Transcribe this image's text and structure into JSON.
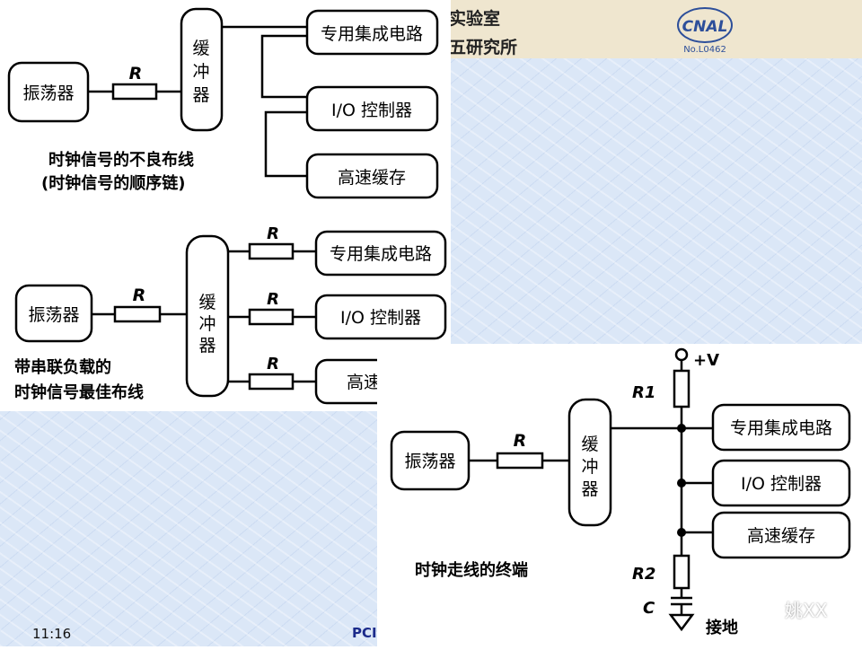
{
  "header": {
    "title_line1": "实验室",
    "title_line2": "五研究所",
    "logo_text": "CNAL",
    "logo_no": "No.L0462"
  },
  "diagram1": {
    "oscillator": "振荡器",
    "resistor": "R",
    "buffer": [
      "缓",
      "冲",
      "器"
    ],
    "loads": [
      "专用集成电路",
      "I/O 控制器",
      "高速缓存"
    ],
    "caption": [
      "时钟信号的不良布线",
      "(时钟信号的顺序链)"
    ]
  },
  "diagram2": {
    "oscillator": "振荡器",
    "resistor": "R",
    "buffer": [
      "缓",
      "冲",
      "器"
    ],
    "load_resistors": [
      "R",
      "R",
      "R"
    ],
    "loads": [
      "专用集成电路",
      "I/O 控制器",
      "高速缓存"
    ],
    "caption": [
      "带串联负载的",
      "时钟信号最佳布线"
    ]
  },
  "diagram3": {
    "oscillator": "振荡器",
    "resistor": "R",
    "buffer": [
      "缓",
      "冲",
      "器"
    ],
    "vplus": "+V",
    "r1": "R1",
    "r2": "R2",
    "cap": "C",
    "ground": "接地",
    "loads": [
      "专用集成电路",
      "I/O 控制器",
      "高速缓存"
    ],
    "caption": "时钟走线的终端"
  },
  "footer": {
    "time": "11:16",
    "title_fragment": "PCI",
    "watermark": "姚XX"
  },
  "colors": {
    "header_bg": "#efe6cf",
    "slide_bg": "#dbe7f7",
    "footer_title": "#1b2a8a"
  }
}
